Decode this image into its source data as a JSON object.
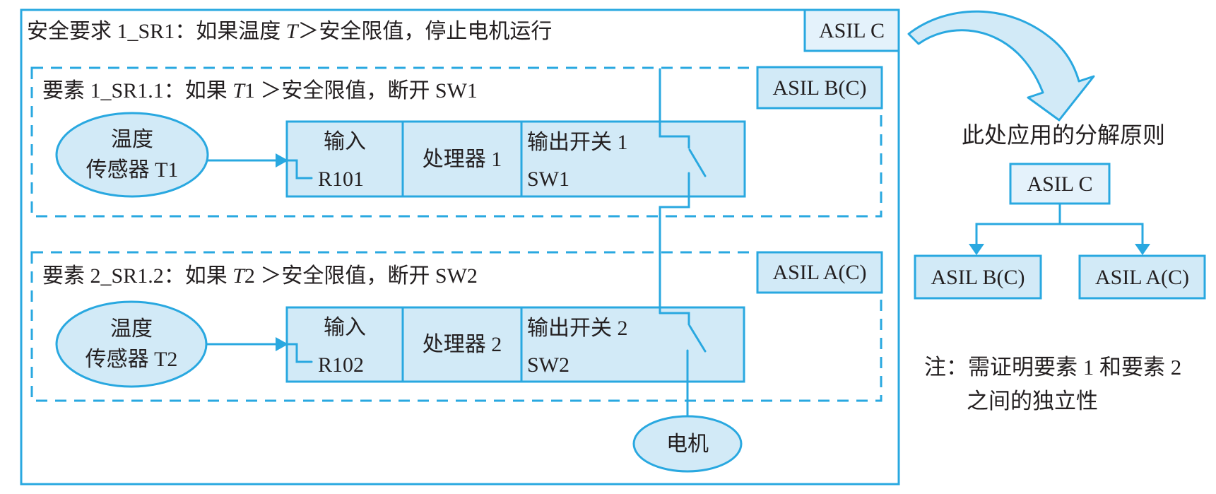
{
  "colors": {
    "blue": "#29a8e0",
    "ink": "#231f20",
    "shape_fill": "#d2eaf7",
    "badge_fill": "#e4f2fb"
  },
  "outer": {
    "title": {
      "pre": "安全要求 1_SR1：如果温度 ",
      "var": "T",
      "post": "＞安全限值，停止电机运行"
    },
    "asil_badge": "ASIL C"
  },
  "element1": {
    "label": {
      "pre": "要素 1_SR1.1：如果 ",
      "var": "T",
      "num": "1 ",
      "post": "＞安全限值，断开 SW1"
    },
    "asil_badge": "ASIL B(C)",
    "sensor": {
      "line1": "温度",
      "line2": "传感器 T1"
    },
    "input": {
      "title": "输入",
      "ref": "R101"
    },
    "processor": "处理器 1",
    "output": {
      "line1": "输出开关 1",
      "line2": "SW1"
    }
  },
  "element2": {
    "label": {
      "pre": "要素 2_SR1.2：如果 ",
      "var": "T",
      "num": "2 ",
      "post": "＞安全限值，断开 SW2"
    },
    "asil_badge": "ASIL A(C)",
    "sensor": {
      "line1": "温度",
      "line2": "传感器 T2"
    },
    "input": {
      "title": "输入",
      "ref": "R102"
    },
    "processor": "处理器 2",
    "output": {
      "line1": "输出开关 2",
      "line2": "SW2"
    }
  },
  "motor": "电机",
  "decomposition": {
    "heading": "此处应用的分解原则",
    "root": "ASIL C",
    "left": "ASIL B(C)",
    "right": "ASIL A(C)"
  },
  "note": {
    "line1": "注：需证明要素 1 和要素 2",
    "line2": "之间的独立性"
  }
}
